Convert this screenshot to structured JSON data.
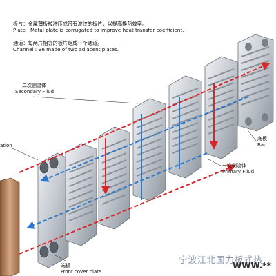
{
  "descriptions": {
    "plate_cn": "板片：金属薄板被冲压成带有波纹的板片，以提高换热效率。",
    "plate_en": "Plate : Metal plate is corrugated to improve heat transfer coefficient.",
    "channel_cn": "通道：每两片相邻的板片组成一个通道。",
    "channel_en": "Channel : Be made of two adjacent plates."
  },
  "labels": {
    "secondary_cn": "二次侧流体",
    "secondary_en": "Secondary Fliud",
    "primary_cn": "一次侧流体",
    "primary_en": "Primary Fliud",
    "back_cn": "底板",
    "back_en": "Bac",
    "front_cn": "端板",
    "front_en": "Front cover plate",
    "left_partial": "ation"
  },
  "watermark": {
    "chinese": "宁波江北国力板式热",
    "web": "WWW.**"
  },
  "colors": {
    "secondary_flow": "#2f78c8",
    "primary_flow": "#d8262b",
    "plate_metal": "#c7ccd3",
    "front_plate_copper": "#b07b55"
  }
}
